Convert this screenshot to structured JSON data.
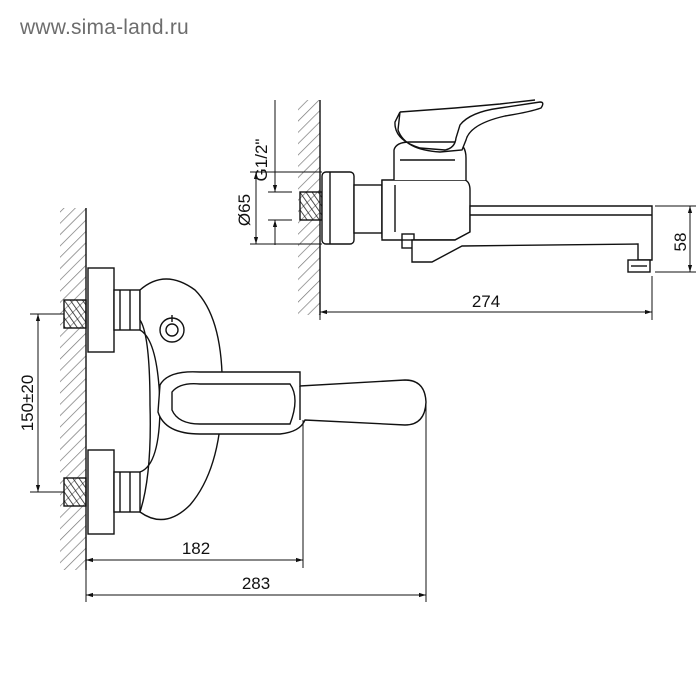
{
  "watermark": "www.sima-land.ru",
  "dimensions": {
    "thread": "G1/2\"",
    "flange_diameter": "Ø65",
    "spout_height": "58",
    "spout_length": "274",
    "inlet_spacing": "150±20",
    "handle_reach": "182",
    "overall_length": "283"
  }
}
